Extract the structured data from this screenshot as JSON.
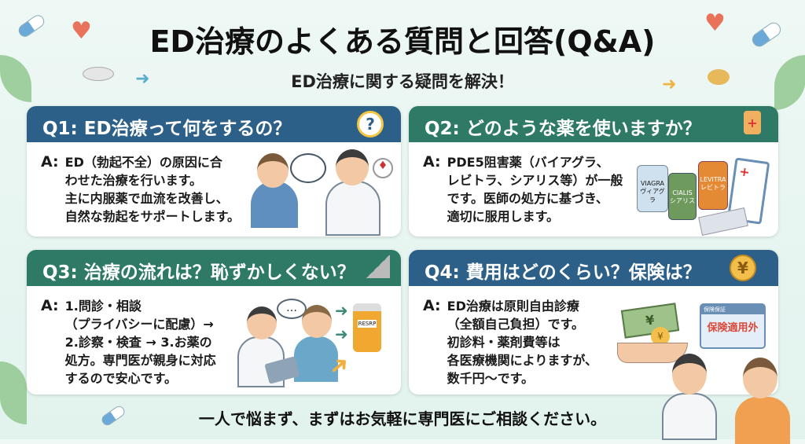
{
  "title": "ED治療のよくある質問と回答(Q&A)",
  "subtitle": "ED治療に関する疑問を解決！",
  "answer_prefix": "A:",
  "cards": [
    {
      "question": "Q1: ED治療って何をするの？",
      "icon": "question-bubble-icon",
      "answer": [
        "ED（勃起不全）の原因に合",
        "わせた治療を行います。",
        "主に内服薬で血流を改善し、",
        "自然な勃起をサポートします。"
      ]
    },
    {
      "question": "Q2: どのような薬を使いますか？",
      "icon": "medicine-bottle-icon",
      "answer": [
        "PDE5阻害薬（バイアグラ、",
        "レビトラ、シアリス等）が一般",
        "です。医師の処方に基づき、",
        "適切に服用します。"
      ],
      "bottles": [
        {
          "name": "VIAGRA",
          "kana": "ヴィアグラ",
          "color": "#cfe0ee"
        },
        {
          "name": "CIALIS",
          "kana": "シアリス",
          "color": "#6f9a5e"
        },
        {
          "name": "LEVITRA",
          "kana": "レビトラ",
          "color": "#e48a35"
        }
      ]
    },
    {
      "question": "Q3: 治療の流れは？恥ずかしくない？",
      "icon": "stairs-icon",
      "answer": [
        "1.問診・相談",
        "（プライバシーに配慮）→",
        "2.診察・検査 → 3.お薬の",
        "処方。専門医が親身に対応",
        "するので安心です。"
      ],
      "bubble": "…",
      "bottle_label": "RESRP"
    },
    {
      "question": "Q4: 費用はどのくらい？保険は？",
      "icon": "yen-coin-icon",
      "answer": [
        "ED治療は原則自由診療",
        "（全額自己負担）です。",
        "初診料・薬剤費等は",
        "各医療機関によりますが、",
        "数千円～です。"
      ],
      "insurance_card": {
        "header": "保険保証",
        "label": "保険適用外"
      },
      "yen": "¥"
    }
  ],
  "footer": "一人で悩まず、まずはお気軽に専門医にご相談ください。",
  "colors": {
    "blue_header": "#2d6088",
    "green_header": "#2e7a66",
    "background": "#e6f4ef"
  }
}
